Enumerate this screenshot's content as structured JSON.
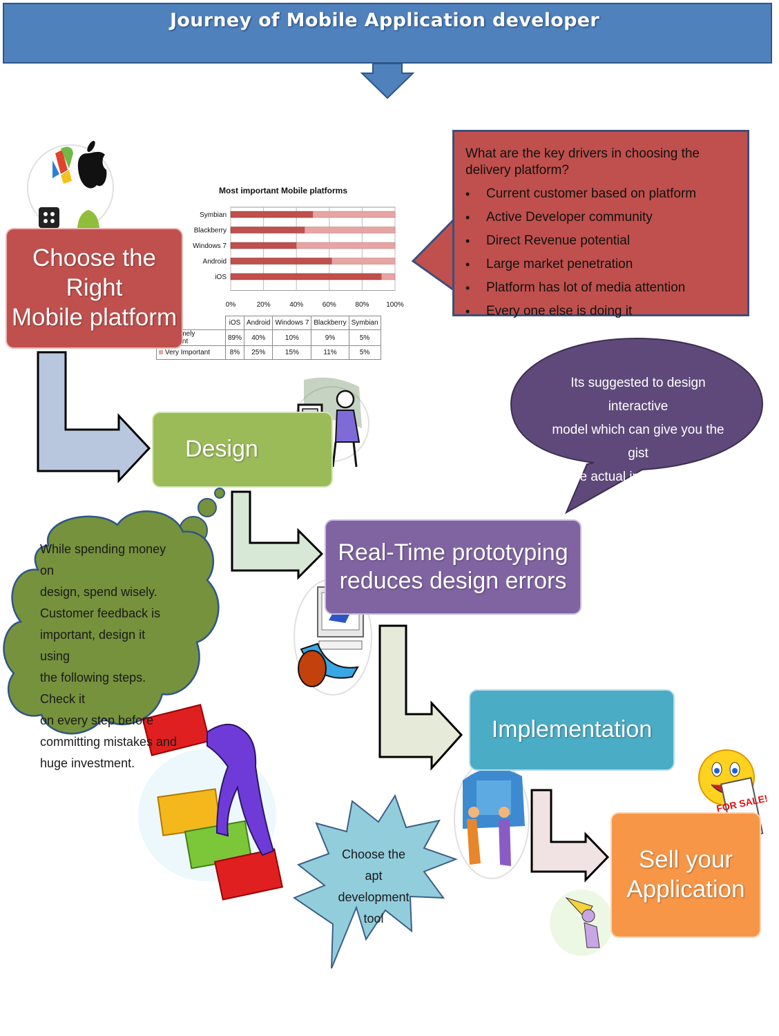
{
  "header": {
    "title": "Journey of Mobile Application developer"
  },
  "steps": {
    "choose": [
      "Choose the Right",
      "Mobile platform"
    ],
    "design": "Design",
    "prototyping": [
      "Real-Time prototyping",
      "reduces design errors"
    ],
    "implementation": "Implementation",
    "sell": [
      "Sell your",
      "Application"
    ]
  },
  "drivers": {
    "question": "What are the key drivers in choosing the delivery platform?",
    "items": [
      "Current customer based on platform",
      "Active Developer community",
      "Direct Revenue potential",
      "Large market penetration",
      "Platform has lot of media attention",
      "Every one else is doing it"
    ]
  },
  "speech_bubble": [
    "Its suggested to design interactive",
    "model which can give you the gist",
    "of the actual implementation."
  ],
  "thought_cloud": [
    "While spending money on",
    "design, spend wisely.",
    "Customer feedback is",
    "important, design it using",
    "the following steps. Check it",
    "on every step before",
    "committing mistakes and",
    "huge investment."
  ],
  "starburst": [
    "Choose the",
    "apt",
    "development",
    "tool"
  ],
  "sale_sign": "FOR SALE!",
  "colors": {
    "header": "#4f81bd",
    "choose": "#c0504d",
    "design": "#9bbb59",
    "prototyping": "#8064a2",
    "implementation": "#4bacc6",
    "sell": "#f79646",
    "bubble": "#5f497a",
    "cloud": "#76923c",
    "starburst": "#92cddc",
    "series_extremely": "#c0504d",
    "series_very": "#e6a5a4"
  },
  "chart_data": {
    "type": "bar",
    "orientation": "horizontal",
    "stacked": "100%",
    "title": "Most important Mobile platforms",
    "categories": [
      "Symbian",
      "Blackberry",
      "Windows 7",
      "Android",
      "iOS"
    ],
    "table_headers": [
      "iOS",
      "Android",
      "Windows 7",
      "Blackberry",
      "Symbian"
    ],
    "x_ticks": [
      "0%",
      "20%",
      "40%",
      "60%",
      "80%",
      "100%"
    ],
    "xlim": [
      0,
      100
    ],
    "legend": "table-below",
    "grid": true,
    "series": [
      {
        "name": "extremely Important",
        "values": [
          5,
          9,
          10,
          40,
          89
        ],
        "labels": [
          "89%",
          "40%",
          "10%",
          "9%",
          "5%"
        ]
      },
      {
        "name": "Very Important",
        "values": [
          5,
          11,
          15,
          25,
          8
        ],
        "labels": [
          "8%",
          "25%",
          "15%",
          "11%",
          "5%"
        ]
      }
    ]
  }
}
